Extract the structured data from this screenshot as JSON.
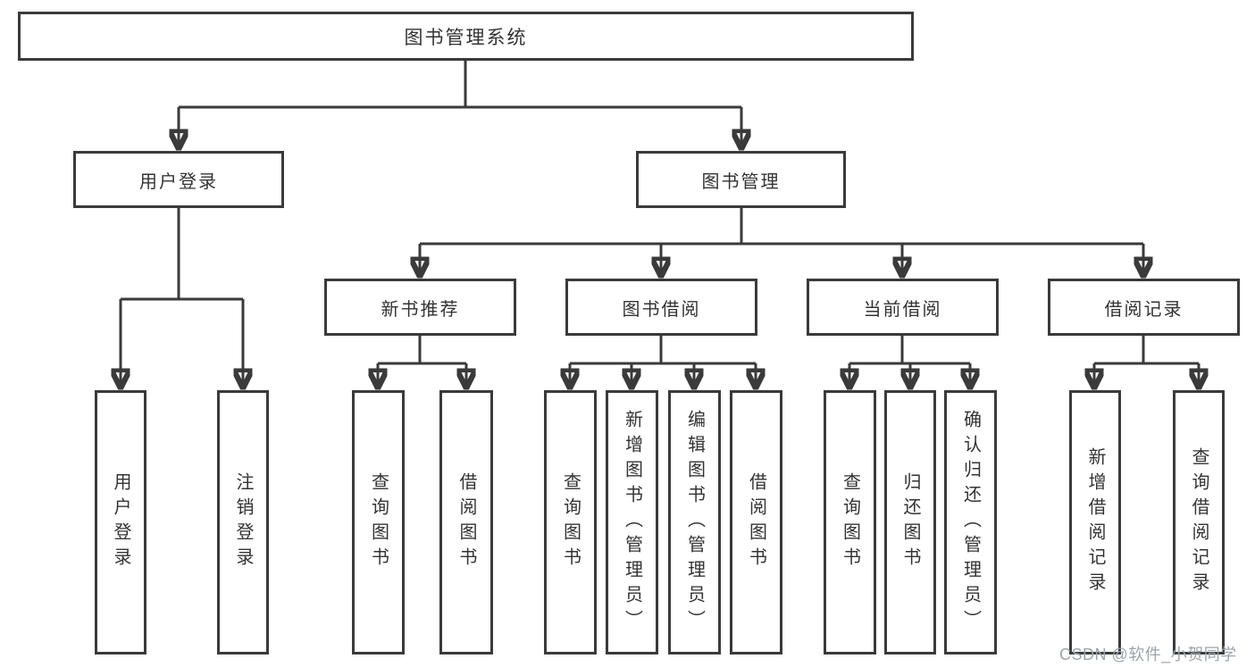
{
  "theme": {
    "background": "#ffffff",
    "line_color": "#3a3a3a",
    "box_border_color": "#3a3a3a",
    "text_color": "#333333",
    "watermark_color": "#9ea4ab"
  },
  "tree": {
    "root": {
      "label": "图书管理系统",
      "children": [
        {
          "label": "用户登录",
          "children": [
            {
              "label": "用户登录"
            },
            {
              "label": "注销登录"
            }
          ]
        },
        {
          "label": "图书管理",
          "children": [
            {
              "label": "新书推荐",
              "children": [
                {
                  "label": "查询图书"
                },
                {
                  "label": "借阅图书"
                }
              ]
            },
            {
              "label": "图书借阅",
              "children": [
                {
                  "label": "查询图书"
                },
                {
                  "label": "新增图书（管理员）"
                },
                {
                  "label": "编辑图书（管理员）"
                },
                {
                  "label": "借阅图书"
                }
              ]
            },
            {
              "label": "当前借阅",
              "children": [
                {
                  "label": "查询图书"
                },
                {
                  "label": "归还图书"
                },
                {
                  "label": "确认归还（管理员）"
                }
              ]
            },
            {
              "label": "借阅记录",
              "children": [
                {
                  "label": "新增借阅记录"
                },
                {
                  "label": "查询借阅记录"
                }
              ]
            }
          ]
        }
      ]
    }
  },
  "watermark": {
    "text": "CSDN @软件_小贺同学"
  }
}
